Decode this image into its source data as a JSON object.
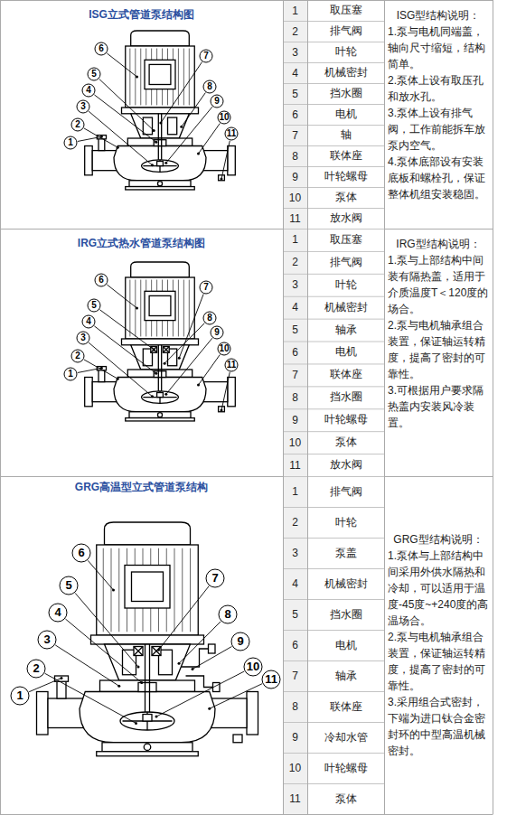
{
  "diagram": {
    "labels": [
      "ISG立式管道泵结构图",
      "1",
      "2",
      "3",
      "4",
      "5",
      "6",
      "7",
      "8",
      "9",
      "10",
      "11",
      "1",
      "取压塞",
      "2",
      "排气阀",
      "3",
      "叶轮",
      "4",
      "机械密封",
      "5",
      "挡水圈",
      "6",
      "电机",
      "7",
      "轴",
      "8",
      "联体座",
      "9",
      "叶轮螺母",
      "10",
      "泵体",
      "11",
      "放水阀",
      "ISG型结构说明：",
      "1.泵与电机同端盖，轴向尺寸缩短，结构简单。",
      "2.泵体上设有取压孔和放水孔。",
      "3.泵体上设有排气阀，工作前能拆车放泵内空气。",
      "4.泵体底部设有安装底板和螺栓孔，保证整体机组安装稳固。",
      "IRG立式热水管道泵结构图",
      "1",
      "2",
      "3",
      "4",
      "5",
      "6",
      "7",
      "8",
      "9",
      "10",
      "11",
      "1",
      "取压塞",
      "2",
      "排气阀",
      "3",
      "叶轮",
      "4",
      "机械密封",
      "5",
      "轴承",
      "6",
      "电机",
      "7",
      "联体座",
      "8",
      "挡水圈",
      "9",
      "叶轮螺母",
      "10",
      "泵体",
      "11",
      "放水阀",
      "IRG型结构说明：",
      "1.泵与上部结构中间装有隔热盖，适用于介质温度T＜120度的场合。",
      "2.泵与电机轴承组合装置，保证轴运转精度，提高了密封的可靠性。",
      "3.可根据用户要求隔热盖内安装风冷装置。",
      "GRG高温型立式管道泵结构",
      "1",
      "2",
      "3",
      "4",
      "5",
      "6",
      "7",
      "8",
      "9",
      "10",
      "11",
      "1",
      "排气阀",
      "2",
      "叶轮",
      "3",
      "泵盖",
      "4",
      "机械密封",
      "5",
      "挡水圈",
      "6",
      "电机",
      "7",
      "轴承",
      "8",
      "联体座",
      "9",
      "冷却水管",
      "10",
      "叶轮螺母",
      "11",
      "泵体",
      "GRG型结构说明：",
      "1.泵体与上部结构中间采用外供水隔热和冷却，可以适用于温度-45度~+240度的高温场合。",
      "2.泵与电机轴承组合装置，保证轴运转精度，提高了密封的可靠性。",
      "3.采用组合式密封，下端为进口钛合金密封环的中型高温机械密封。"
    ]
  }
}
